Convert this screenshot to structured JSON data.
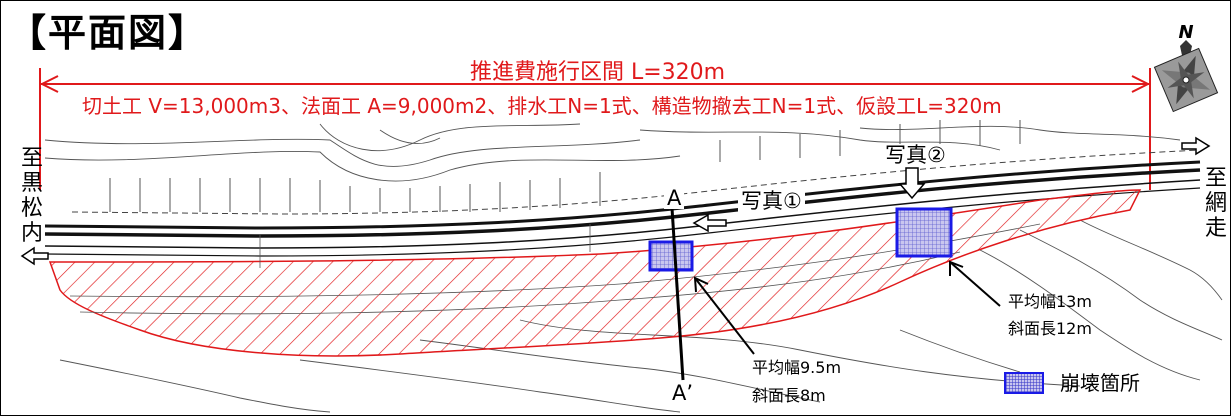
{
  "title": "【平面図】",
  "section_label": "推進費施行区間 L=320m",
  "works": "切土工 V=13,000m3、法面工 A=9,000m2、排水工N=1式、構造物撤去工N=1式、仮設工L=320m",
  "directions": {
    "left": "至黒松内",
    "right": "至網走"
  },
  "photos": {
    "photo1": "写真①",
    "photo2": "写真②"
  },
  "section_marks": {
    "a": "A",
    "a_prime": "A’"
  },
  "failures": [
    {
      "width": "平均幅9.5m",
      "slope_length": "斜面長8m"
    },
    {
      "width": "平均幅13m",
      "slope_length": "斜面長12m"
    }
  ],
  "legend": {
    "label": "崩壊箇所"
  },
  "compass": {
    "label": "N",
    "icon": "north-arrow-compass-rose-icon"
  },
  "colors": {
    "accent": "#e0191b",
    "failure_outline": "#1a1ae6",
    "failure_fill": "#c9c6ef"
  }
}
